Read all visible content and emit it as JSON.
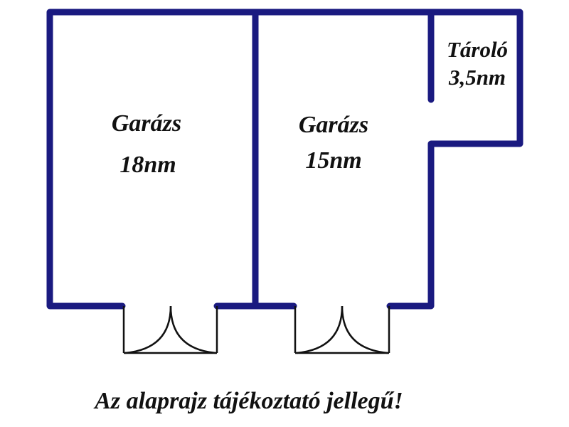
{
  "rooms": [
    {
      "name": "Garázs",
      "area": "18nm"
    },
    {
      "name": "Garázs",
      "area": "15nm"
    },
    {
      "name": "Tároló",
      "area": "3,5nm"
    }
  ],
  "disclaimer": "Az alaprajz tájékoztató jellegű!",
  "colors": {
    "wall": "#1a1a80",
    "door": "#111111",
    "text": "#111111"
  }
}
